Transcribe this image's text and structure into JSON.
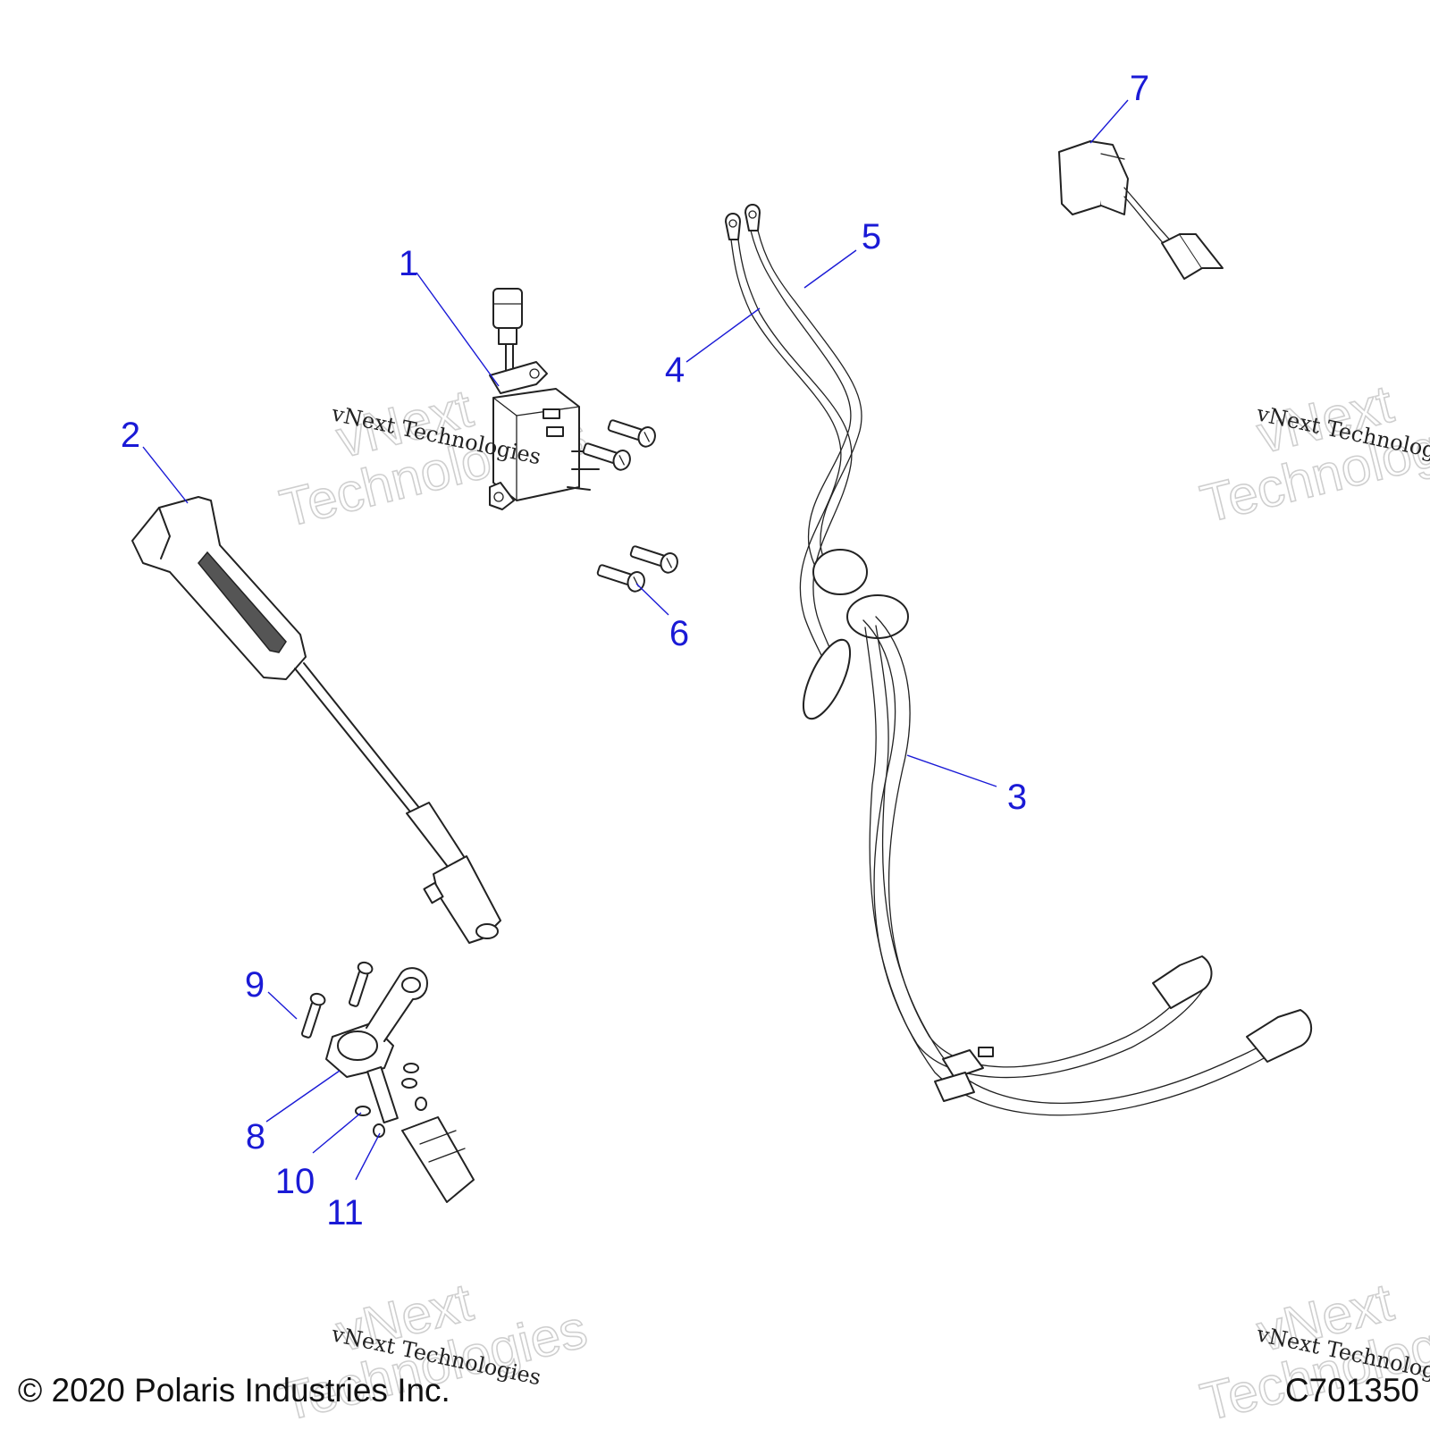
{
  "callouts": [
    {
      "id": "1",
      "label": "1"
    },
    {
      "id": "2",
      "label": "2"
    },
    {
      "id": "3",
      "label": "3"
    },
    {
      "id": "4",
      "label": "4"
    },
    {
      "id": "5",
      "label": "5"
    },
    {
      "id": "6",
      "label": "6"
    },
    {
      "id": "7",
      "label": "7"
    },
    {
      "id": "8",
      "label": "8"
    },
    {
      "id": "9",
      "label": "9"
    },
    {
      "id": "10",
      "label": "10"
    },
    {
      "id": "11",
      "label": "11"
    }
  ],
  "watermark": {
    "line_small": "vNext Technologies",
    "line_big_1": "vNext",
    "line_big_2": "Technologies"
  },
  "footer": {
    "copyright": "© 2020 Polaris Industries Inc.",
    "drawing_code": "C701350"
  },
  "colors": {
    "callout": "#1a1ad6",
    "line_art": "#222222"
  }
}
